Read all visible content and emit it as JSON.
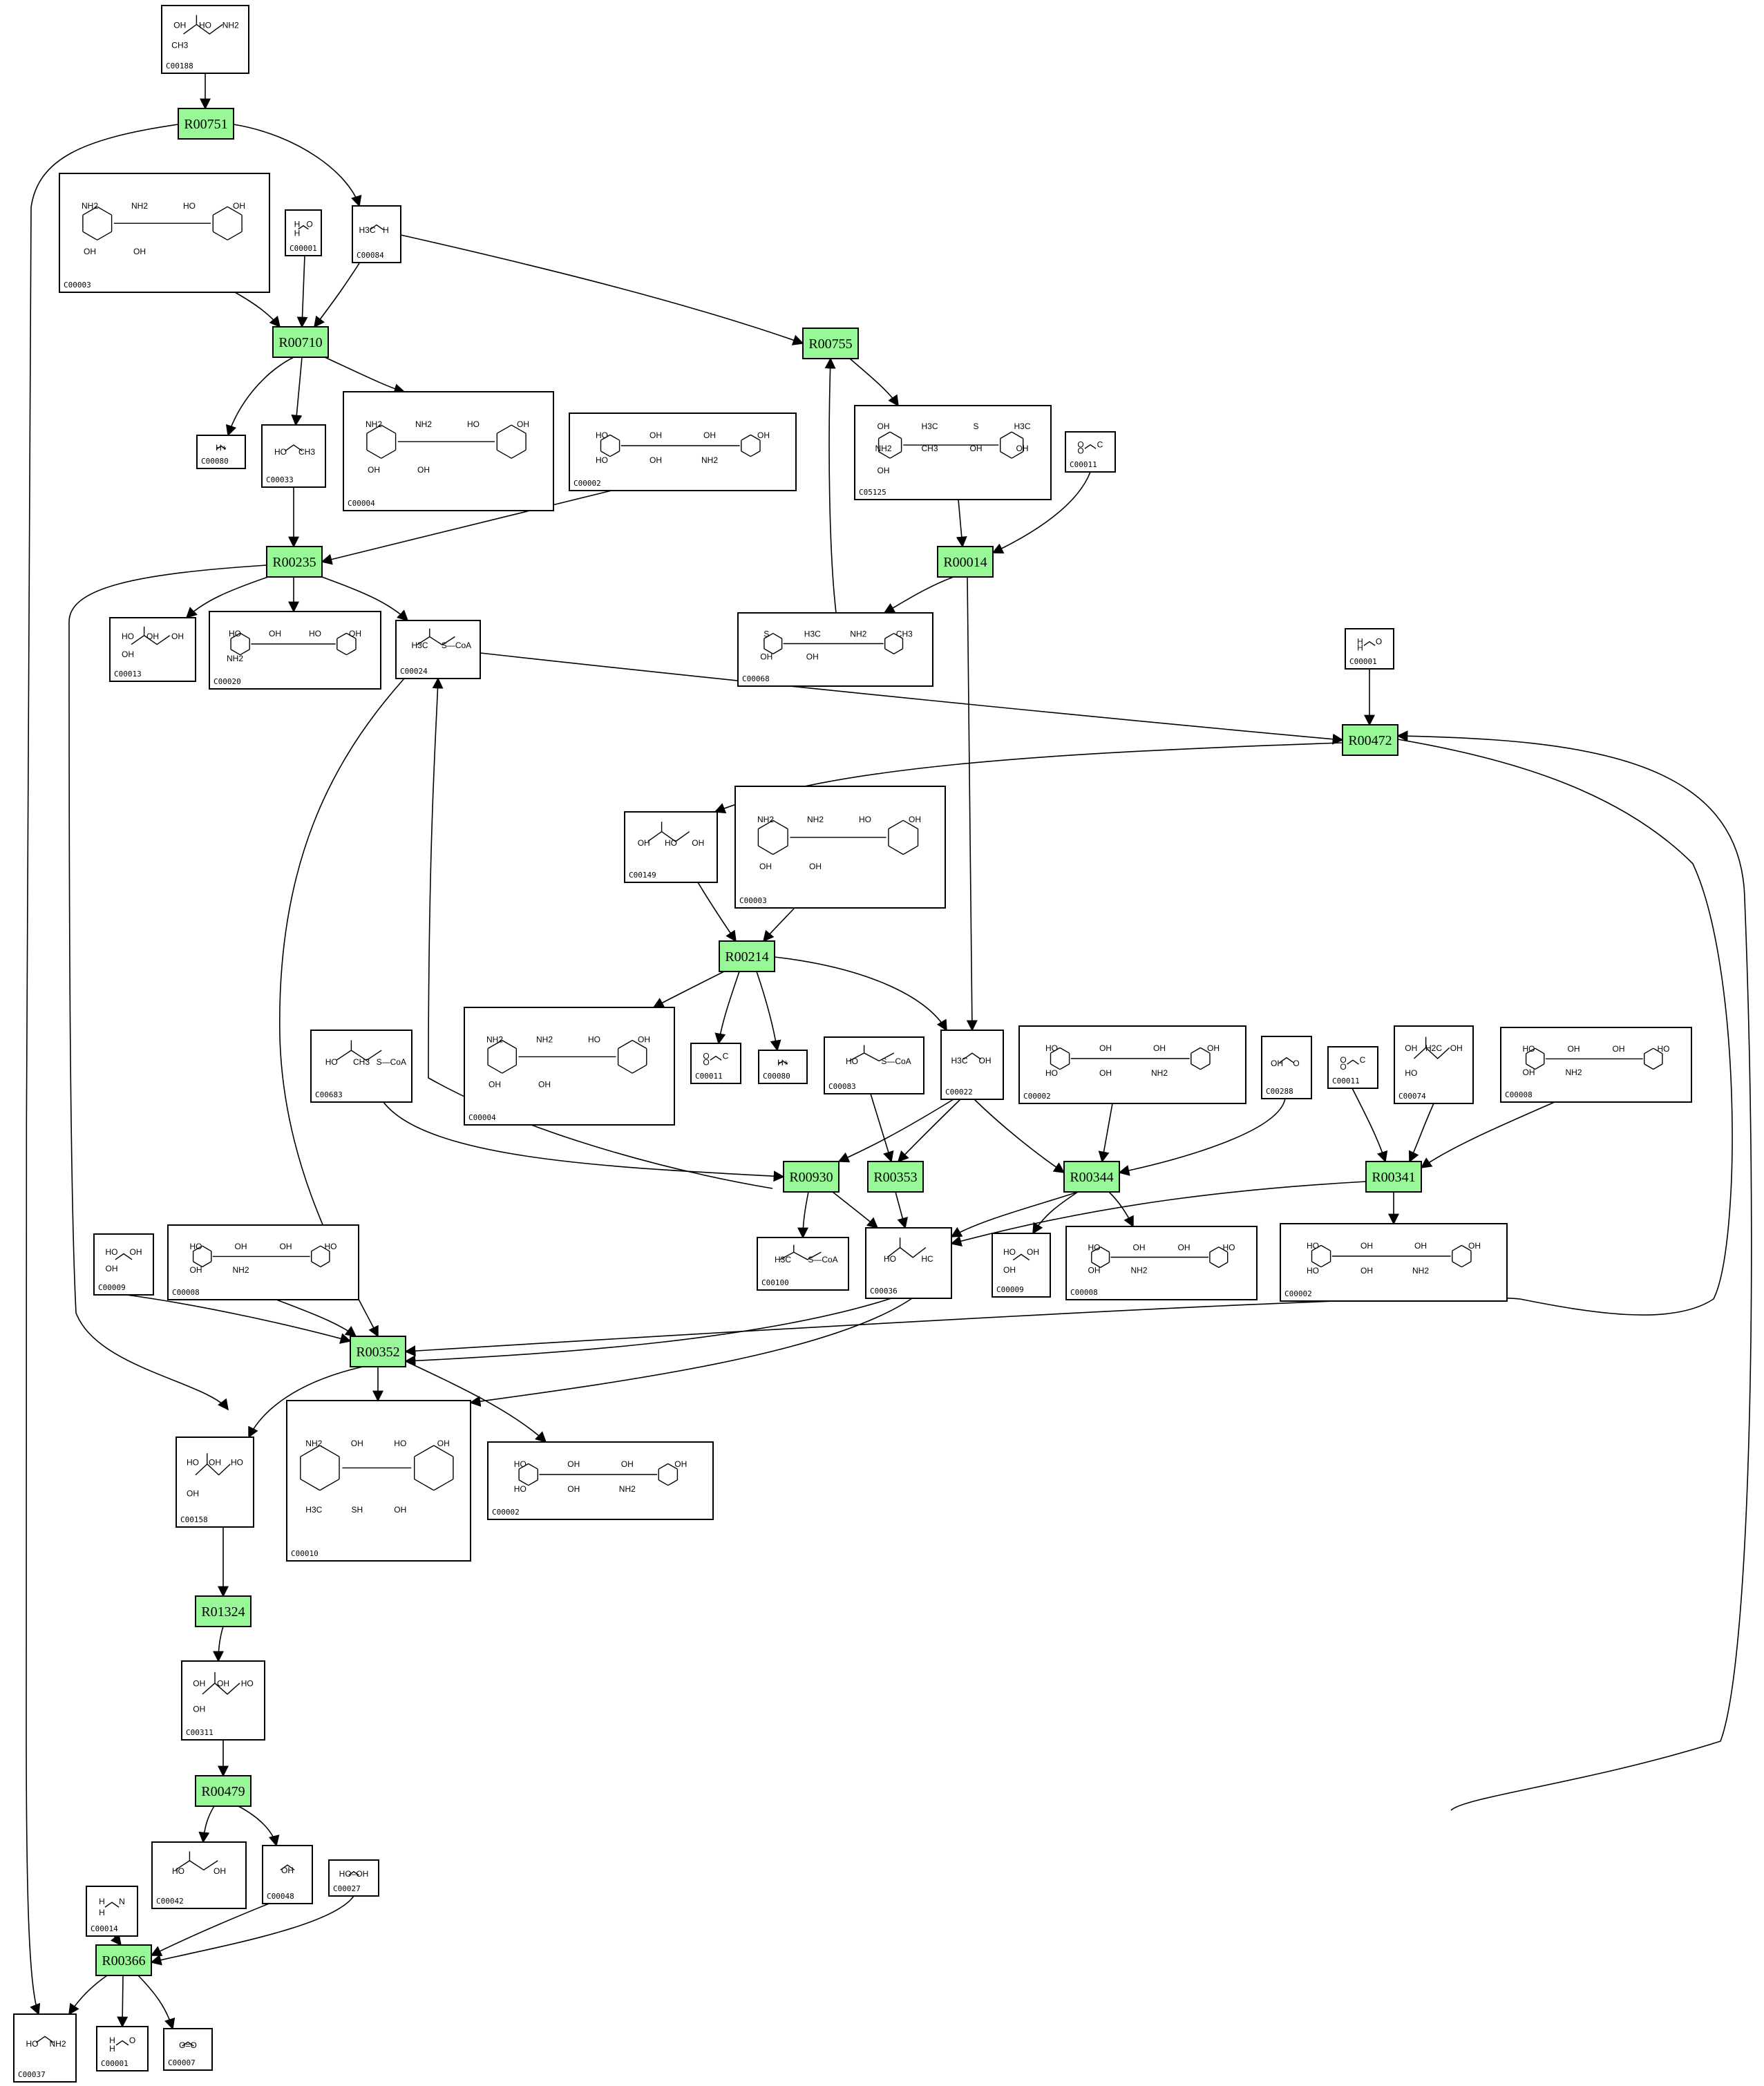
{
  "colors": {
    "reaction_fill": "#98f898",
    "line": "#000000",
    "background": "#ffffff"
  },
  "reactions": [
    {
      "id": "R00751",
      "label": "R00751"
    },
    {
      "id": "R00710",
      "label": "R00710"
    },
    {
      "id": "R00755",
      "label": "R00755"
    },
    {
      "id": "R00014",
      "label": "R00014"
    },
    {
      "id": "R00235",
      "label": "R00235"
    },
    {
      "id": "R00472",
      "label": "R00472"
    },
    {
      "id": "R00214",
      "label": "R00214"
    },
    {
      "id": "R00930",
      "label": "R00930"
    },
    {
      "id": "R00353",
      "label": "R00353"
    },
    {
      "id": "R00344",
      "label": "R00344"
    },
    {
      "id": "R00341",
      "label": "R00341"
    },
    {
      "id": "R00352",
      "label": "R00352"
    },
    {
      "id": "R01324",
      "label": "R01324"
    },
    {
      "id": "R00479",
      "label": "R00479"
    },
    {
      "id": "R00366",
      "label": "R00366"
    }
  ],
  "compounds": [
    {
      "id": "c_188",
      "label": "C00188",
      "formula": [
        "OH",
        "HO",
        "NH2",
        "CH3"
      ]
    },
    {
      "id": "c_3a",
      "label": "C00003",
      "formula": [
        "NH2",
        "NH2",
        "HO",
        "OH",
        "OH",
        "OH"
      ]
    },
    {
      "id": "c_1a",
      "label": "C00001",
      "formula": [
        "H",
        "O",
        "H"
      ]
    },
    {
      "id": "c_84",
      "label": "C00084",
      "formula": [
        "H3C",
        "H"
      ]
    },
    {
      "id": "c_80a",
      "label": "C00080",
      "formula": [
        "H+"
      ]
    },
    {
      "id": "c_33",
      "label": "C00033",
      "formula": [
        "HO",
        "CH3"
      ]
    },
    {
      "id": "c_4a",
      "label": "C00004",
      "formula": [
        "NH2",
        "NH2",
        "HO",
        "OH",
        "OH",
        "OH"
      ]
    },
    {
      "id": "c_2a",
      "label": "C00002",
      "formula": [
        "HO",
        "OH",
        "OH",
        "OH",
        "HO",
        "OH",
        "NH2"
      ]
    },
    {
      "id": "c_5125",
      "label": "C05125",
      "formula": [
        "OH",
        "H3C",
        "S",
        "H3C",
        "NH2",
        "CH3",
        "OH",
        "OH",
        "OH"
      ]
    },
    {
      "id": "c_11a",
      "label": "C00011",
      "formula": [
        "O",
        "C",
        "O"
      ]
    },
    {
      "id": "c_13",
      "label": "C00013",
      "formula": [
        "HO",
        "OH",
        "OH",
        "OH"
      ]
    },
    {
      "id": "c_20",
      "label": "C00020",
      "formula": [
        "HO",
        "OH",
        "HO",
        "OH",
        "NH2"
      ]
    },
    {
      "id": "c_24",
      "label": "C00024",
      "formula": [
        "H3C",
        "S—CoA"
      ]
    },
    {
      "id": "c_68",
      "label": "C00068",
      "formula": [
        "S",
        "H3C",
        "NH2",
        "CH3",
        "OH",
        "OH"
      ]
    },
    {
      "id": "c_1b",
      "label": "C00001",
      "formula": [
        "H",
        "O",
        "H"
      ]
    },
    {
      "id": "c_149",
      "label": "C00149",
      "formula": [
        "OH",
        "HO",
        "OH"
      ]
    },
    {
      "id": "c_3b",
      "label": "C00003",
      "formula": [
        "NH2",
        "NH2",
        "HO",
        "OH",
        "OH",
        "OH"
      ]
    },
    {
      "id": "c_683",
      "label": "C00683",
      "formula": [
        "HO",
        "CH3",
        "S—CoA"
      ]
    },
    {
      "id": "c_4b",
      "label": "C00004",
      "formula": [
        "NH2",
        "NH2",
        "HO",
        "OH",
        "OH",
        "OH"
      ]
    },
    {
      "id": "c_11b",
      "label": "C00011",
      "formula": [
        "O",
        "C",
        "O"
      ]
    },
    {
      "id": "c_80b",
      "label": "C00080",
      "formula": [
        "H+"
      ]
    },
    {
      "id": "c_83",
      "label": "C00083",
      "formula": [
        "HO",
        "S—CoA"
      ]
    },
    {
      "id": "c_22",
      "label": "C00022",
      "formula": [
        "H3C",
        "OH"
      ]
    },
    {
      "id": "c_2b",
      "label": "C00002",
      "formula": [
        "HO",
        "OH",
        "OH",
        "OH",
        "HO",
        "OH",
        "NH2"
      ]
    },
    {
      "id": "c_288",
      "label": "C00288",
      "formula": [
        "OH",
        "O"
      ]
    },
    {
      "id": "c_11c",
      "label": "C00011",
      "formula": [
        "O",
        "C",
        "O"
      ]
    },
    {
      "id": "c_74",
      "label": "C00074",
      "formula": [
        "OH",
        "H2C",
        "OH",
        "HO"
      ]
    },
    {
      "id": "c_8a",
      "label": "C00008",
      "formula": [
        "HO",
        "OH",
        "OH",
        "HO",
        "OH",
        "NH2"
      ]
    },
    {
      "id": "c_100",
      "label": "C00100",
      "formula": [
        "H3C",
        "S—CoA"
      ]
    },
    {
      "id": "c_36",
      "label": "C00036",
      "formula": [
        "HO",
        "HC"
      ]
    },
    {
      "id": "c_9a",
      "label": "C00009",
      "formula": [
        "HO",
        "OH",
        "OH"
      ]
    },
    {
      "id": "c_8b",
      "label": "C00008",
      "formula": [
        "HO",
        "OH",
        "OH",
        "HO",
        "OH",
        "NH2"
      ]
    },
    {
      "id": "c_2c",
      "label": "C00002",
      "formula": [
        "HO",
        "OH",
        "OH",
        "OH",
        "HO",
        "OH",
        "NH2"
      ]
    },
    {
      "id": "c_9b",
      "label": "C00009",
      "formula": [
        "HO",
        "OH",
        "OH"
      ]
    },
    {
      "id": "c_8c",
      "label": "C00008",
      "formula": [
        "HO",
        "OH",
        "OH",
        "HO",
        "OH",
        "NH2"
      ]
    },
    {
      "id": "c_158",
      "label": "C00158",
      "formula": [
        "HO",
        "OH",
        "HO",
        "OH"
      ]
    },
    {
      "id": "c_10",
      "label": "C00010",
      "formula": [
        "NH2",
        "OH",
        "HO",
        "OH",
        "H3C",
        "SH",
        "OH"
      ]
    },
    {
      "id": "c_2d",
      "label": "C00002",
      "formula": [
        "HO",
        "OH",
        "OH",
        "OH",
        "HO",
        "OH",
        "NH2"
      ]
    },
    {
      "id": "c_311",
      "label": "C00311",
      "formula": [
        "OH",
        "OH",
        "HO",
        "OH"
      ]
    },
    {
      "id": "c_42",
      "label": "C00042",
      "formula": [
        "HO",
        "OH"
      ]
    },
    {
      "id": "c_48",
      "label": "C00048",
      "formula": [
        "OH"
      ]
    },
    {
      "id": "c_14",
      "label": "C00014",
      "formula": [
        "H",
        "N",
        "H"
      ]
    },
    {
      "id": "c_27",
      "label": "C00027",
      "formula": [
        "HO–OH"
      ]
    },
    {
      "id": "c_37",
      "label": "C00037",
      "formula": [
        "HO",
        "NH2"
      ]
    },
    {
      "id": "c_1c",
      "label": "C00001",
      "formula": [
        "H",
        "O",
        "H"
      ]
    },
    {
      "id": "c_7",
      "label": "C00007",
      "formula": [
        "O=O"
      ]
    }
  ]
}
